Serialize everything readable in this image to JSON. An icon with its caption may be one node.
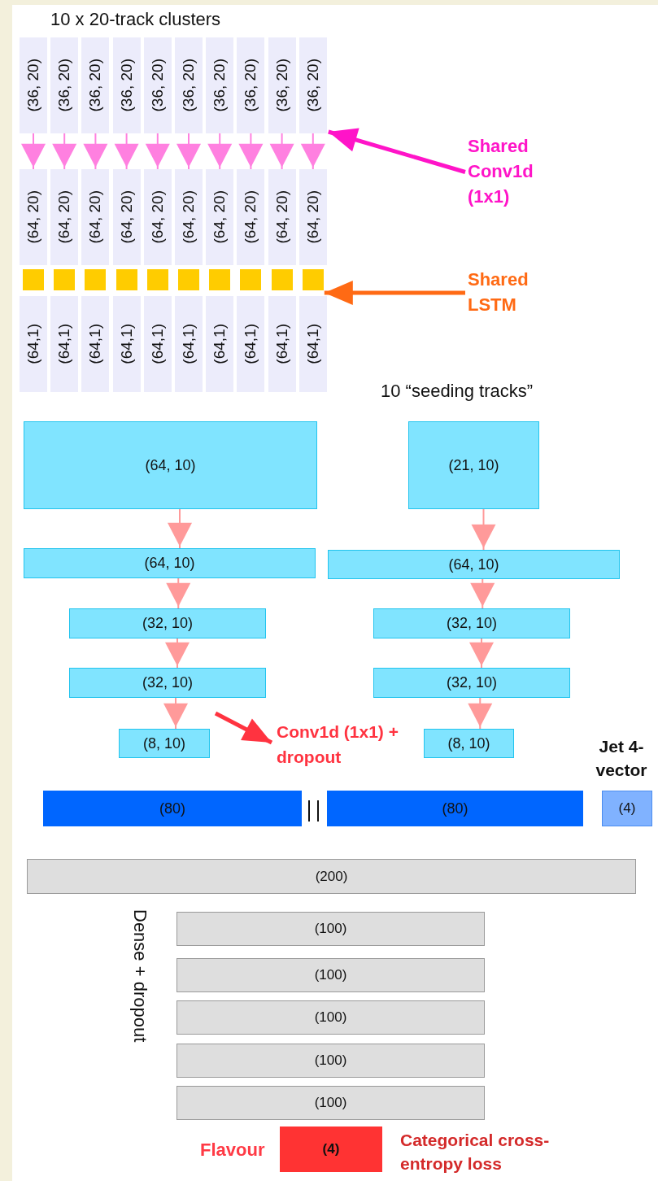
{
  "diagram": {
    "nodes": [
      {
        "text": [
          "(36, 20)"
        ]
      },
      {
        "text": [
          "(36, 20)"
        ]
      },
      {
        "text": [
          "(36, 20)"
        ]
      },
      {
        "text": [
          "(36, 20)"
        ]
      },
      {
        "text": [
          "(36, 20)"
        ]
      },
      {
        "text": [
          "(36, 20)"
        ]
      },
      {
        "text": [
          "(36, 20)"
        ]
      },
      {
        "text": [
          "(36, 20)"
        ]
      },
      {
        "text": [
          "(36, 20)"
        ]
      },
      {
        "text": [
          "(36, 20)"
        ]
      },
      {
        "text": [
          "(64, 20)"
        ]
      },
      {
        "text": [
          "(64, 20)"
        ]
      },
      {
        "text": [
          "(64, 20)"
        ]
      },
      {
        "text": [
          "(64, 20)"
        ]
      },
      {
        "text": [
          "(64, 20)"
        ]
      },
      {
        "text": [
          "(64, 20)"
        ]
      },
      {
        "text": [
          "(64, 20)"
        ]
      },
      {
        "text": [
          "(64, 20)"
        ]
      },
      {
        "text": [
          "(64, 20)"
        ]
      },
      {
        "text": [
          "(64, 20)"
        ]
      },
      {
        "text": [],
        "shape": "box"
      },
      {
        "text": [],
        "shape": "box"
      },
      {
        "text": [],
        "shape": "box"
      },
      {
        "text": [],
        "shape": "box"
      },
      {
        "text": [],
        "shape": "box"
      },
      {
        "text": [],
        "shape": "box"
      },
      {
        "text": [],
        "shape": "box"
      },
      {
        "text": [],
        "shape": "box"
      },
      {
        "text": [],
        "shape": "box"
      },
      {
        "text": [],
        "shape": "box"
      },
      {
        "text": [
          "(64,1)"
        ]
      },
      {
        "text": [
          "(64,1)"
        ]
      },
      {
        "text": [
          "(64,1)"
        ]
      },
      {
        "text": [
          "(64,1)"
        ]
      },
      {
        "text": [
          "(64,1)"
        ]
      },
      {
        "text": [
          "(64,1)"
        ]
      },
      {
        "text": [
          "(64,1)"
        ]
      },
      {
        "text": [
          "(64,1)"
        ]
      },
      {
        "text": [
          "(64,1)"
        ]
      },
      {
        "text": [
          "(64,1)"
        ]
      },
      {
        "text": [
          "Shared Conv1d (1x1)"
        ]
      },
      {
        "text": [
          "Shared LSTM"
        ]
      },
      {
        "text": [
          "(64, 10)"
        ]
      },
      {
        "text": [
          "(21, 10)"
        ]
      },
      {
        "text": [
          "(64, 10)"
        ]
      },
      {
        "text": [
          "(64, 10)"
        ]
      },
      {
        "text": [
          "(32, 10)"
        ]
      },
      {
        "text": [
          "(32, 10)"
        ]
      },
      {
        "text": [
          "(32, 10)"
        ]
      },
      {
        "text": [
          "(32, 10)"
        ]
      },
      {
        "text": [
          "(8, 10)"
        ]
      },
      {
        "text": [
          "Conv1d (1x1) + dropout"
        ]
      },
      {
        "text": [
          "(8, 10)"
        ]
      },
      {
        "text": [
          "(80)"
        ]
      },
      {
        "text": [
          "(80)"
        ]
      },
      {
        "text": [
          "Jet 4- vector",
          "(4)"
        ]
      },
      {
        "text": [
          "(200)"
        ]
      },
      {
        "text": [
          "(100)"
        ]
      },
      {
        "text": [
          "(100)"
        ]
      },
      {
        "text": [
          "(100)"
        ]
      },
      {
        "text": [
          "(100)"
        ]
      },
      {
        "text": [
          "(100)"
        ]
      },
      {
        "text": [
          "(4)"
        ],
        "beside": [
          "Flavour",
          "Categorical cross-entropy loss"
        ]
      }
    ],
    "edges": [
      {
        "from": 0,
        "to": 10,
        "arrow": "to"
      },
      {
        "from": 1,
        "to": 11,
        "arrow": "to"
      },
      {
        "from": 2,
        "to": 12,
        "arrow": "to"
      },
      {
        "from": 3,
        "to": 13,
        "arrow": "to"
      },
      {
        "from": 4,
        "to": 14,
        "arrow": "to"
      },
      {
        "from": 5,
        "to": 15,
        "arrow": "to"
      },
      {
        "from": 6,
        "to": 16,
        "arrow": "to"
      },
      {
        "from": 7,
        "to": 17,
        "arrow": "to"
      },
      {
        "from": 8,
        "to": 18,
        "arrow": "to"
      },
      {
        "from": 9,
        "to": 19,
        "arrow": "to"
      },
      {
        "from": 40,
        "to": 9,
        "arrow": "to",
        "style": "thick",
        "color": "#ff14c8"
      },
      {
        "from": 41,
        "to": 29,
        "arrow": "to",
        "style": "thick",
        "color": "#ff6a14"
      },
      {
        "from": 42,
        "to": 44,
        "arrow": "to",
        "color": "#ff9a9a"
      },
      {
        "from": 43,
        "to": 45,
        "arrow": "to",
        "color": "#ff9a9a"
      },
      {
        "from": 44,
        "to": 46,
        "arrow": "to",
        "color": "#ff9a9a"
      },
      {
        "from": 45,
        "to": 47,
        "arrow": "to",
        "color": "#ff9a9a"
      },
      {
        "from": 46,
        "to": 48,
        "arrow": "to",
        "color": "#ff9a9a"
      },
      {
        "from": 47,
        "to": 49,
        "arrow": "to",
        "color": "#ff9a9a"
      },
      {
        "from": 48,
        "to": 50,
        "arrow": "to",
        "color": "#ff9a9a"
      },
      {
        "from": 49,
        "to": 52,
        "arrow": "to",
        "color": "#ff9a9a"
      },
      {
        "from": null,
        "to": 51,
        "arrow": "to",
        "style": "thick",
        "color": "#ff3340"
      }
    ],
    "labels": [
      "10 x 20-track clusters",
      "10 “seeding tracks”",
      "Dense + dropout"
    ]
  }
}
